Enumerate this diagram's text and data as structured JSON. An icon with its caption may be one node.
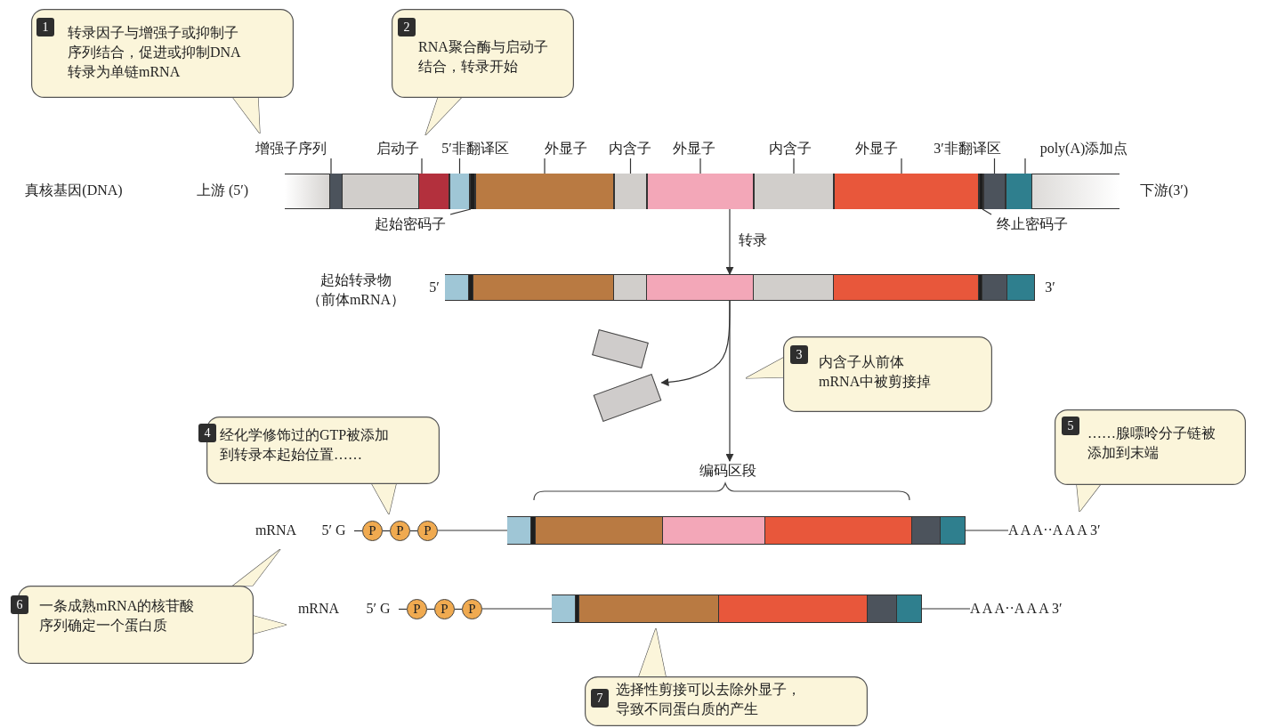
{
  "diagram": {
    "nodes": [
      {
        "text": [
          "1",
          "转录因子与增强子或抑制子序列结合，促进或抑制DNA转录为单链mRNA"
        ]
      },
      {
        "text": [
          "2",
          "RNA聚合酶与启动子结合，转录开始"
        ]
      },
      {
        "text": [],
        "shape": "bar",
        "beside": [
          "上游 (5′)",
          "下游(3′)"
        ]
      },
      {
        "text": [],
        "shape": "box",
        "in": 2
      },
      {
        "text": [],
        "shape": "box",
        "in": 2
      },
      {
        "text": [],
        "shape": "box",
        "in": 2
      },
      {
        "text": [],
        "shape": "box",
        "in": 2
      },
      {
        "text": [],
        "shape": "box",
        "in": 2
      },
      {
        "text": [],
        "shape": "box",
        "in": 2
      },
      {
        "text": [],
        "shape": "box",
        "in": 2
      },
      {
        "text": [],
        "shape": "box",
        "in": 2
      },
      {
        "text": [],
        "shape": "box",
        "in": 2
      },
      {
        "text": [],
        "shape": "box",
        "in": 2
      },
      {
        "text": [],
        "shape": "box",
        "in": 2
      },
      {
        "text": [],
        "shape": "box",
        "in": 2
      },
      {
        "text": [
          "增强子序列"
        ]
      },
      {
        "text": [
          "启动子"
        ]
      },
      {
        "text": [
          "5′非翻译区"
        ]
      },
      {
        "text": [
          "外显子"
        ]
      },
      {
        "text": [
          "内含子"
        ]
      },
      {
        "text": [
          "外显子"
        ]
      },
      {
        "text": [
          "内含子"
        ]
      },
      {
        "text": [
          "外显子"
        ]
      },
      {
        "text": [
          "3′非翻译区"
        ]
      },
      {
        "text": [
          "poly(A)添加点"
        ]
      },
      {
        "text": [
          "起始密码子"
        ]
      },
      {
        "text": [
          "终止密码子"
        ]
      },
      {
        "text": [],
        "shape": "bar",
        "beside": [
          "起始转录物（前体mRNA）",
          "5′",
          "3′"
        ]
      },
      {
        "text": [],
        "shape": "box"
      },
      {
        "text": [],
        "shape": "box"
      },
      {
        "text": [
          "3",
          "内含子从前体mRNA中被剪接掉"
        ]
      },
      {
        "text": [
          "4",
          "经化学修饰过的GTP被添加到转录本起始位置……"
        ]
      },
      {
        "text": [
          "5",
          "……腺嘌呤分子链被添加到末端"
        ]
      },
      {
        "text": [
          "编码区段"
        ]
      },
      {
        "text": [],
        "shape": "bar"
      },
      {
        "text": [
          "5′ G"
        ]
      },
      {
        "text": [
          "P"
        ]
      },
      {
        "text": [
          "P"
        ]
      },
      {
        "text": [
          "P"
        ]
      },
      {
        "text": [
          "A A A··A A A 3′"
        ]
      },
      {
        "text": [
          "6",
          "一条成熟mRNA的核苷酸序列确定一个蛋白质"
        ]
      },
      {
        "text": [],
        "shape": "bar"
      },
      {
        "text": [
          "5′ G"
        ]
      },
      {
        "text": [
          "P"
        ]
      },
      {
        "text": [
          "P"
        ]
      },
      {
        "text": [
          "P"
        ]
      },
      {
        "text": [
          "A A A··A A A 3′"
        ]
      },
      {
        "text": [
          "7",
          "选择性剪接可以去除外显子，导致不同蛋白质的产生"
        ]
      }
    ],
    "edges": [
      {
        "from": 15,
        "to": 3,
        "arrow": "none"
      },
      {
        "from": 16,
        "to": 4,
        "arrow": "none"
      },
      {
        "from": 17,
        "to": 5,
        "arrow": "none"
      },
      {
        "from": 18,
        "to": 7,
        "arrow": "none"
      },
      {
        "from": 19,
        "to": 8,
        "arrow": "none"
      },
      {
        "from": 20,
        "to": 9,
        "arrow": "none"
      },
      {
        "from": 21,
        "to": 10,
        "arrow": "none"
      },
      {
        "from": 22,
        "to": 11,
        "arrow": "none"
      },
      {
        "from": 23,
        "to": 13,
        "arrow": "none"
      },
      {
        "from": 24,
        "to": 14,
        "arrow": "none"
      },
      {
        "from": 25,
        "to": 6,
        "arrow": "none"
      },
      {
        "from": 26,
        "to": 12,
        "arrow": "none"
      },
      {
        "from": 2,
        "to": 27,
        "arrow": "to",
        "label": "转录"
      },
      {
        "from": 27,
        "to": 33,
        "arrow": "to"
      },
      {
        "from": 27,
        "to": 29,
        "arrow": "to"
      },
      {
        "from": 35,
        "to": 36,
        "arrow": "none"
      },
      {
        "from": 36,
        "to": 37,
        "arrow": "none"
      },
      {
        "from": 37,
        "to": 38,
        "arrow": "none"
      },
      {
        "from": 38,
        "to": 34,
        "arrow": "none"
      },
      {
        "from": 34,
        "to": 39,
        "arrow": "none"
      },
      {
        "from": 42,
        "to": 43,
        "arrow": "none"
      },
      {
        "from": 43,
        "to": 44,
        "arrow": "none"
      },
      {
        "from": 44,
        "to": 45,
        "arrow": "none"
      },
      {
        "from": 45,
        "to": 41,
        "arrow": "none"
      },
      {
        "from": 41,
        "to": 46,
        "arrow": "none"
      }
    ],
    "labels": [
      "真核基因(DNA)",
      "mRNA",
      "mRNA"
    ]
  }
}
